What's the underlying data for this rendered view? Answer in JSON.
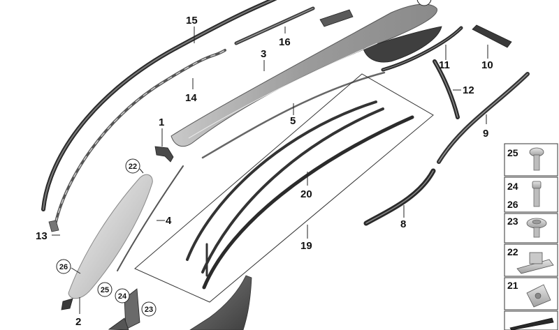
{
  "callouts": {
    "c1": "1",
    "c2": "2",
    "c3": "3",
    "c4": "4",
    "c5": "5",
    "c8": "8",
    "c9": "9",
    "c10": "10",
    "c11": "11",
    "c12": "12",
    "c13": "13",
    "c14": "14",
    "c15": "15",
    "c16": "16",
    "c19": "19",
    "c20": "20"
  },
  "circled": {
    "c22": "22",
    "c23": "23",
    "c24": "24",
    "c25": "25",
    "c26": "26"
  },
  "side_panel": {
    "p25": "25",
    "p24": "24",
    "p26": "26",
    "p23": "23",
    "p22": "22",
    "p21": "21"
  }
}
